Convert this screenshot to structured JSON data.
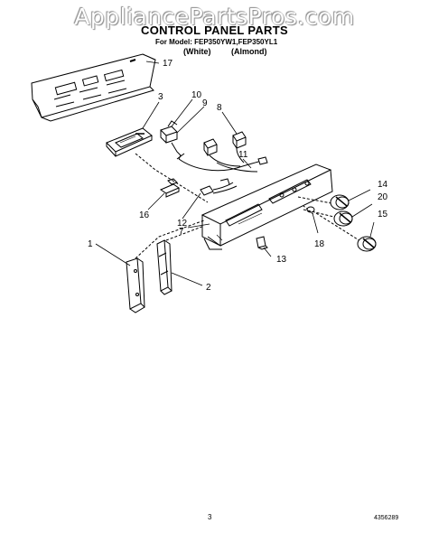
{
  "watermark": "AppliancePartsPros.com",
  "title": "CONTROL PANEL PARTS",
  "model_line": "For Model: FEP350YW1,FEP350YL1",
  "colors": [
    "(White)",
    "(Almond)"
  ],
  "callouts": [
    "1",
    "2",
    "3",
    "7",
    "8",
    "9",
    "10",
    "11",
    "12",
    "13",
    "14",
    "15",
    "16",
    "17",
    "18",
    "20"
  ],
  "page_number": "3",
  "document_number": "4356289"
}
